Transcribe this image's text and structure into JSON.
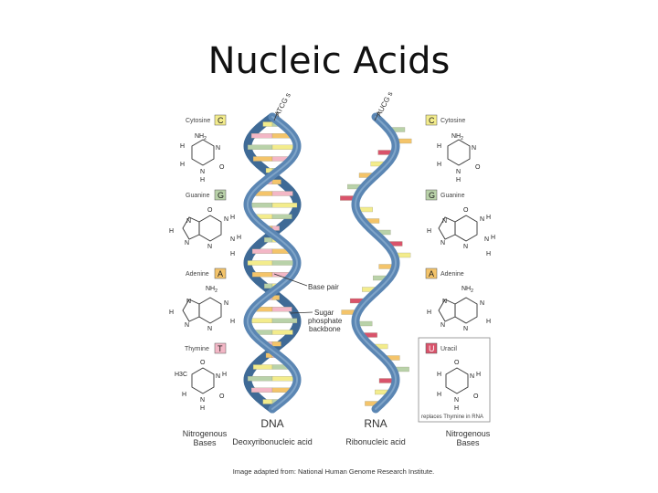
{
  "title": "Nucleic Acids",
  "bases": {
    "cytosine": {
      "code": "C",
      "name": "Cytosine"
    },
    "guanine": {
      "code": "G",
      "name": "Guanine"
    },
    "adenine": {
      "code": "A",
      "name": "Adenine"
    },
    "thymine": {
      "code": "T",
      "name": "Thymine"
    },
    "uracil": {
      "code": "U",
      "name": "Uracil"
    }
  },
  "strand_labels": {
    "dna": "ATCG s",
    "rna": "AUCG s"
  },
  "callouts": {
    "base_pair": "Base pair",
    "backbone_line1": "Sugar",
    "backbone_line2": "phosphate",
    "backbone_line3": "backbone"
  },
  "uracil_note": "replaces Thymine in RNA",
  "captions": {
    "dna_big": "DNA",
    "dna_small": "Deoxyribonucleic acid",
    "rna_big": "RNA",
    "rna_small": "Ribonucleic acid",
    "nitro_left_1": "Nitrogenous",
    "nitro_left_2": "Bases",
    "nitro_right_1": "Nitrogenous",
    "nitro_right_2": "Bases"
  },
  "atoms": {
    "H": "H",
    "N": "N",
    "O": "O",
    "C": "C",
    "NH2": "NH",
    "sub2": "2",
    "H3C": "H3C"
  },
  "credit": "Image adapted from: National Human Genome Research Institute.",
  "colors": {
    "backbone": "#5b86b3",
    "backbone_dark": "#3f6a96",
    "cytosine": "#f3ec8c",
    "guanine": "#b9d2a9",
    "adenine": "#f4c46a",
    "thymine": "#f3b7c6",
    "uracil": "#d9536b"
  },
  "dna_rungs": [
    "C",
    "T",
    "G",
    "A",
    "C",
    "T",
    "A",
    "G",
    "C",
    "A",
    "G",
    "T",
    "C",
    "A",
    "G",
    "T",
    "A",
    "C",
    "G",
    "T",
    "A",
    "C",
    "G",
    "T",
    "C"
  ],
  "rna_rungs": [
    "G",
    "A",
    "U",
    "C",
    "A",
    "G",
    "U",
    "C",
    "A",
    "G",
    "U",
    "C",
    "A",
    "G",
    "C",
    "U",
    "A",
    "G",
    "U",
    "C",
    "A",
    "G",
    "U",
    "C",
    "A"
  ]
}
